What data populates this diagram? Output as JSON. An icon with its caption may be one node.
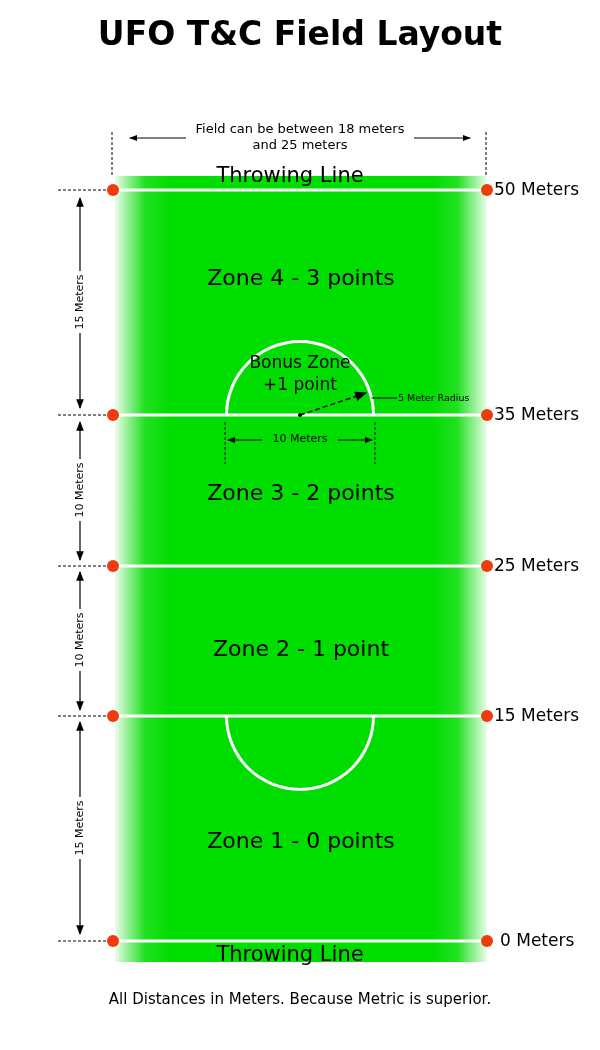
{
  "diagram": {
    "title": "UFO T&C Field Layout",
    "caption": "All Distances in Meters. Because Metric is superior.",
    "nodes": [
      {
        "text": [
          "Zone 4 - 3 points"
        ]
      },
      {
        "text": [
          "Bonus Zone +1 point"
        ],
        "in": 0
      },
      {
        "text": [
          "5 Meter Radius"
        ],
        "in": 0
      },
      {
        "text": [
          "Zone 3 - 2 points"
        ]
      },
      {
        "text": [
          "Zone 2 - 1 point"
        ]
      },
      {
        "text": [
          "Zone 1 - 0 points"
        ]
      },
      {
        "text": [],
        "shape": "semicircle",
        "in": 5
      }
    ],
    "edges": [
      {
        "from": 2,
        "to": 1,
        "arrow": "none"
      }
    ],
    "labels": [
      "Field can be between 18 meters and 25 meters",
      "Throwing Line",
      "50 Meters",
      "15 Meters",
      "35 Meters",
      "10 Meters",
      "10 Meters",
      "25 Meters",
      "10 Meters",
      "15 Meters",
      "15 Meters",
      "Throwing Line",
      "0 Meters"
    ]
  }
}
